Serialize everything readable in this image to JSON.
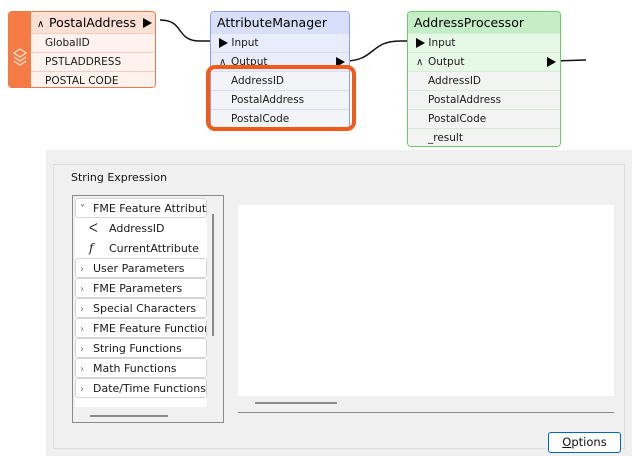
{
  "canvas": {
    "nodes": [
      {
        "id": "postal-address-reader",
        "title": "PostalAddress",
        "icon": "layers-icon",
        "color": "#f47c44",
        "attributes": [
          "GlobalID",
          "PSTLADDRESS",
          "POSTAL CODE"
        ]
      },
      {
        "id": "attribute-manager",
        "title": "AttributeManager",
        "color": "#8ea2ea",
        "ports": {
          "input": "Input",
          "output": "Output"
        },
        "attributes": [
          "AddressID",
          "PostalAddress",
          "PostalCode"
        ]
      },
      {
        "id": "address-processor",
        "title": "AddressProcessor",
        "color": "#68cc68",
        "ports": {
          "input": "Input",
          "output": "Output"
        },
        "attributes": [
          "AddressID",
          "PostalAddress",
          "PostalCode",
          "_result"
        ]
      }
    ],
    "annotation_color": "#f25a1a"
  },
  "dialog": {
    "group_title": "String Expression",
    "tree": {
      "open_section": {
        "label": "FME Feature Attribute",
        "items": [
          {
            "label": "AddressID",
            "icon": "attribute-icon"
          },
          {
            "label": "CurrentAttribute",
            "icon": "function-icon"
          }
        ]
      },
      "sections": [
        "User Parameters",
        "FME Parameters",
        "Special Characters",
        "FME Feature Function",
        "String Functions",
        "Math Functions",
        "Date/Time Functions"
      ]
    },
    "editor_value": "",
    "options_button": {
      "mnemonic": "O",
      "rest": "ptions"
    }
  }
}
